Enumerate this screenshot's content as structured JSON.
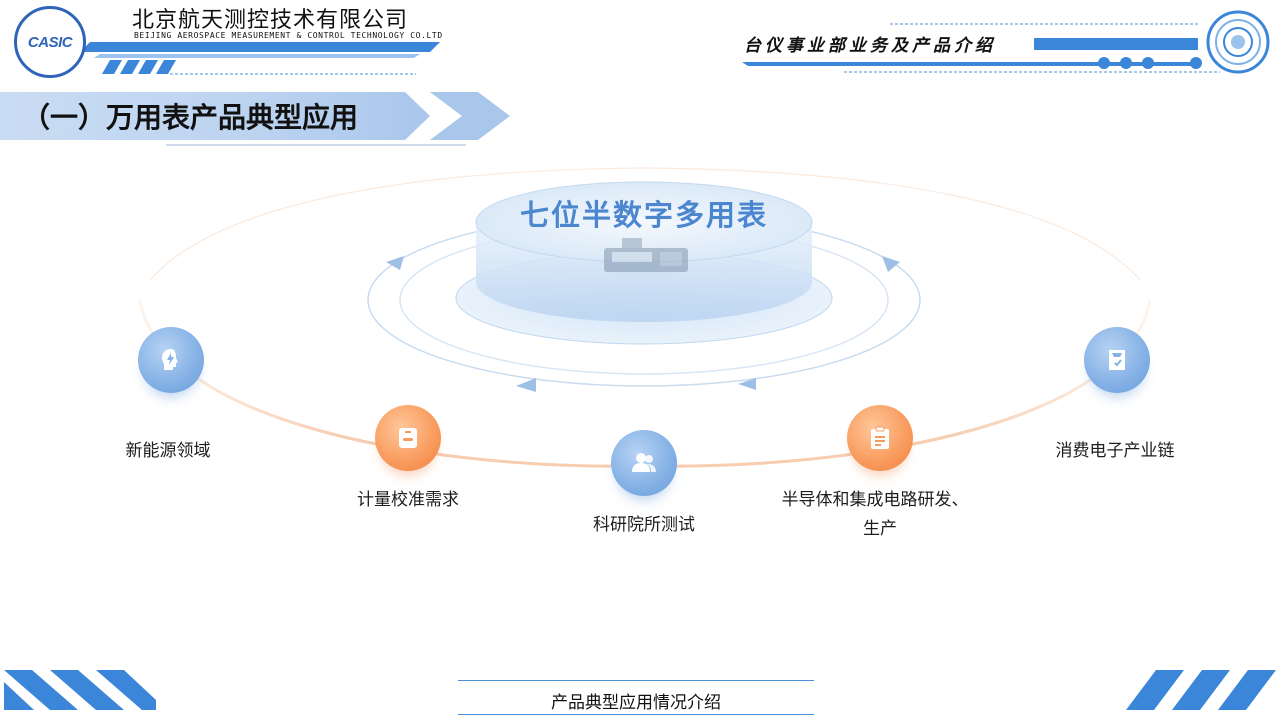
{
  "header": {
    "logo_text": "CASIC",
    "company_cn": "北京航天测控技术有限公司",
    "company_en": "BEIJING AEROSPACE MEASUREMENT & CONTROL TECHNOLOGY CO.LTD",
    "dept_title": "台仪事业部业务及产品介绍"
  },
  "section": {
    "title": "（一）万用表产品典型应用"
  },
  "product": {
    "title": "七位半数字多用表"
  },
  "applications": [
    {
      "label": "新能源领域",
      "icon": "lightbulb-head-icon",
      "color": "blue"
    },
    {
      "label": "计量校准需求",
      "icon": "badge-icon",
      "color": "orange"
    },
    {
      "label": "科研院所测试",
      "icon": "users-icon",
      "color": "blue"
    },
    {
      "label": "半导体和集成电路研发、",
      "label2": "生产",
      "icon": "clipboard-icon",
      "color": "orange"
    },
    {
      "label": "消费电子产业链",
      "icon": "checklist-icon",
      "color": "blue"
    }
  ],
  "footer": {
    "text": "产品典型应用情况介绍"
  },
  "colors": {
    "brand_blue": "#2f64b8",
    "accent_blue": "#4a8fd8",
    "node_blue": "#83b0e5",
    "node_orange": "#f89a5c",
    "arc_orange": "#f6c7a6"
  }
}
